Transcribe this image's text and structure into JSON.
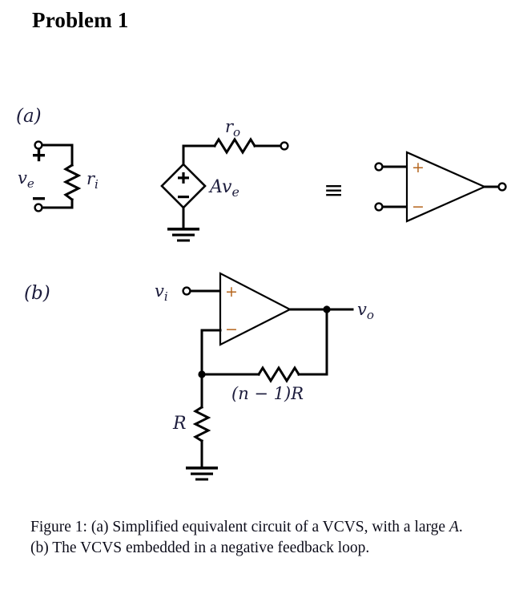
{
  "document": {
    "title": "Problem 1"
  },
  "figure": {
    "panel_a_label": "(a)",
    "panel_b_label": "(b)",
    "equivalence_symbol": "≡",
    "panel_a": {
      "input_voltage_label": "v",
      "input_voltage_sub": "e",
      "input_resistance_label": "r",
      "input_resistance_sub": "i",
      "output_resistance_label": "r",
      "output_resistance_sub": "o",
      "dependent_source_label": "Av",
      "dependent_source_sub": "e",
      "plus_sign": "+",
      "minus_sign": "−",
      "source_plus": "+",
      "source_minus": "−",
      "opamp_plus": "+",
      "opamp_minus": "−"
    },
    "panel_b": {
      "input_label": "v",
      "input_sub": "i",
      "output_label": "v",
      "output_sub": "o",
      "feedback_resistor_label": "(n − 1)R",
      "ground_resistor_label": "R",
      "opamp_plus": "+",
      "opamp_minus": "−"
    }
  },
  "caption": {
    "prefix": "Figure 1: (a) Simplified equivalent circuit of a VCVS, with a large ",
    "italic_symbol": "A",
    "suffix": ". (b) The VCVS embedded in a negative feedback loop."
  }
}
